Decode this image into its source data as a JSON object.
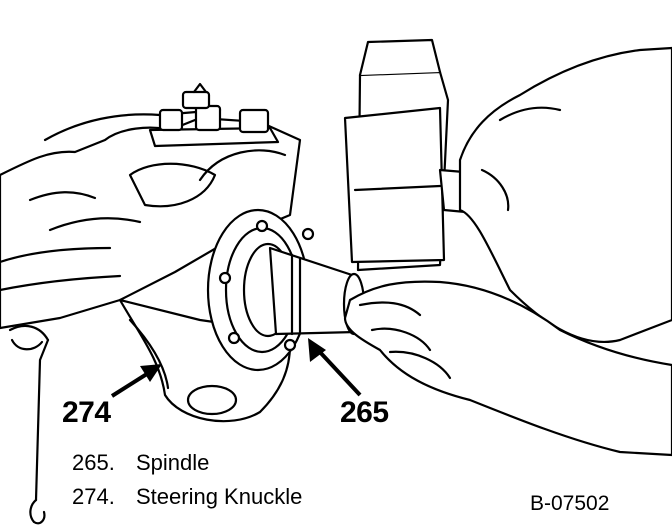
{
  "callouts": [
    {
      "number": "274",
      "target": "Steering Knuckle"
    },
    {
      "number": "265",
      "target": "Spindle"
    }
  ],
  "legend": [
    {
      "number": "265.",
      "label": "Spindle"
    },
    {
      "number": "274.",
      "label": "Steering Knuckle"
    }
  ],
  "figure_id": "B-07502"
}
